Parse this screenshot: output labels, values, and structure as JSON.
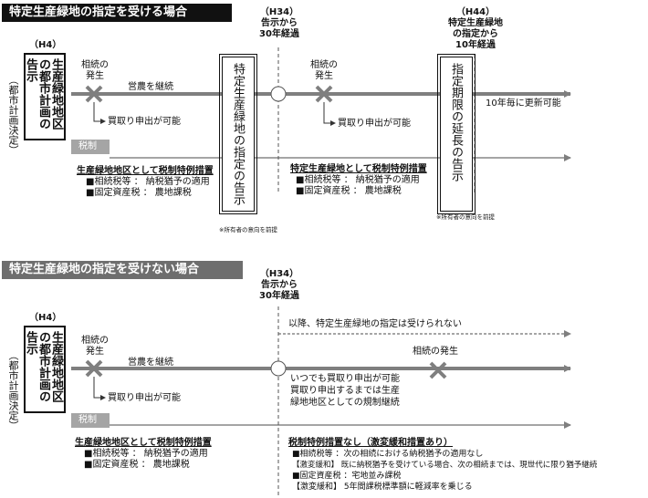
{
  "section1": {
    "title": "特定生産緑地の指定を受ける場合",
    "h4_label": "（H4）",
    "h34_label": "（H34）",
    "h34_sub": "告示から\n30年経過",
    "h44_label": "（H44）",
    "h44_sub": "特定生産緑地\nの指定から\n10年経過",
    "toshi_keikaku": "（都市計画決定）",
    "box_kokuji": "生産緑地地区の都市計画の告示",
    "box_shitei": "特定生産緑地の指定の告示",
    "box_encho": "指定期限の延長の告示",
    "inheritance_1": "相続の\n発生",
    "inheritance_2": "相続の\n発生",
    "farming": "営農を継続",
    "kaitori_1": "買取り申出が可能",
    "kaitori_2": "買取り申出が可能",
    "renewal": "10年毎に更新可能",
    "zeisei": "税制",
    "tax_heading_1": "生産緑地地区として税制特例措置",
    "tax_heading_2": "特定生産緑地として税制特例措置",
    "tax_a_1": "■相続税等 ： 納税猶予の適用",
    "tax_b_1": "■固定資産税 ： 農地課税",
    "tax_a_2": "■相続税等 ： 納税猶予の適用",
    "tax_b_2": "■固定資産税 ： 農地課税",
    "note_1": "※所有者の意向を前提",
    "note_2": "※所有者の意向を前提"
  },
  "section2": {
    "title": "特定生産緑地の指定を受けない場合",
    "h4_label": "（H4）",
    "h34_label": "（H34）",
    "h34_sub": "告示から\n30年経過",
    "toshi_keikaku": "（都市計画決定）",
    "box_kokuji": "生産緑地地区の都市計画の告示",
    "inheritance_1": "相続の\n発生",
    "inheritance_2": "相続の発生",
    "farming": "営農を継続",
    "kaitori_1": "買取り申出が可能",
    "not_designated": "以降、特定生産緑地の指定は受けられない",
    "anytime": "いつでも買取り申出が可能",
    "until_1": "買取り申出するまでは生産",
    "until_2": "緑地地区としての規制継続",
    "zeisei": "税制",
    "tax_heading_1": "生産緑地地区として税制特例措置",
    "tax_a_1": "■相続税等 ： 納税猶予の適用",
    "tax_b_1": "■固定資産税 ： 農地課税",
    "tax_heading_2": "税制特例措置なし（激変緩和措置あり）",
    "tax_2_a": "■相続税等 ：次の相続における納税猶予の適用なし",
    "tax_2_b": "【激変緩和】 既に納税猶予を受けている場合、次の相続までは、現世代に限り猶予継続",
    "tax_2_c": "■固定資産税 ：宅地並み課税",
    "tax_2_d": "【激変緩和】 5年間課税標準額に軽減率を乗じる"
  },
  "colors": {
    "line": "#7f7f7f",
    "cross": "#7f7f7f",
    "zeisei_bar": "#a5a5a5",
    "title1_bg": "#111111",
    "title2_bg": "#6e6e6e"
  }
}
